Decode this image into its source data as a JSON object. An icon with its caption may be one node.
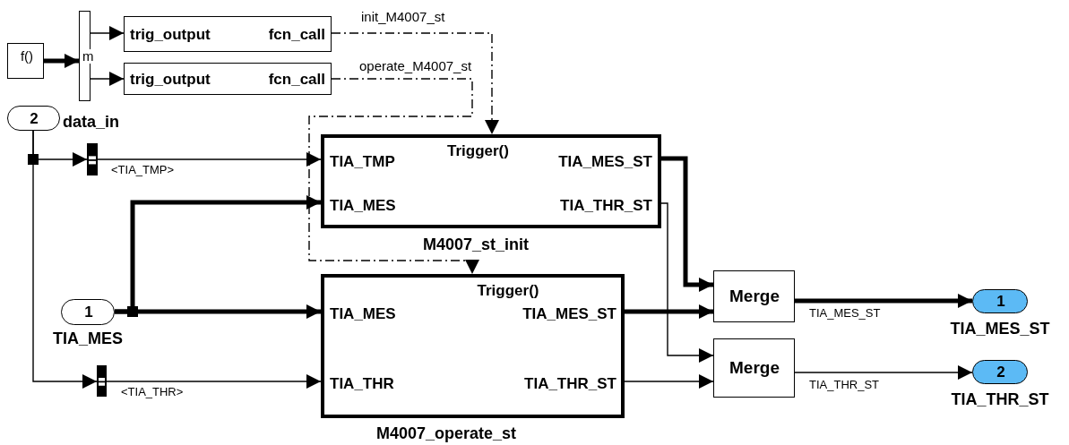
{
  "diagram": {
    "nodes": [
      {
        "text": [
          "f()"
        ]
      },
      {
        "text": [
          "m"
        ]
      },
      {
        "text": [
          "trig_output",
          "fcn_call"
        ]
      },
      {
        "text": [
          "trig_output",
          "fcn_call"
        ]
      },
      {
        "text": [
          "2"
        ],
        "beside": [
          "data_in"
        ]
      },
      {
        "text": [],
        "shape": "bar"
      },
      {
        "text": [],
        "shape": "bar"
      },
      {
        "text": [
          "1"
        ],
        "beside": [
          "TIA_MES"
        ]
      },
      {
        "text": [
          "Trigger()",
          "TIA_TMP",
          "TIA_MES_ST",
          "TIA_MES",
          "TIA_THR_ST"
        ],
        "beside": [
          "M4007_st_init"
        ]
      },
      {
        "text": [
          "Trigger()",
          "TIA_MES",
          "TIA_MES_ST",
          "TIA_THR",
          "TIA_THR_ST"
        ],
        "beside": [
          "M4007_operate_st"
        ]
      },
      {
        "text": [
          "Merge"
        ]
      },
      {
        "text": [
          "Merge"
        ]
      },
      {
        "text": [
          "1"
        ],
        "beside": [
          "TIA_MES_ST"
        ]
      },
      {
        "text": [
          "2"
        ],
        "beside": [
          "TIA_THR_ST"
        ]
      }
    ],
    "edges": [
      {
        "from": 0,
        "to": 1,
        "arrow": "to",
        "style": "thick"
      },
      {
        "from": 1,
        "to": 2,
        "arrow": "to"
      },
      {
        "from": 1,
        "to": 3,
        "arrow": "to"
      },
      {
        "from": 2,
        "to": 8,
        "arrow": "to",
        "style": "dashed",
        "label": "init_M4007_st"
      },
      {
        "from": 3,
        "to": 9,
        "arrow": "to",
        "style": "dashed",
        "label": "operate_M4007_st"
      },
      {
        "from": 4,
        "to": 5,
        "arrow": "to"
      },
      {
        "from": 4,
        "to": 6,
        "arrow": "to"
      },
      {
        "from": 5,
        "to": 8,
        "arrow": "to",
        "label": "<TIA_TMP>"
      },
      {
        "from": 6,
        "to": 9,
        "arrow": "to",
        "label": "<TIA_THR>"
      },
      {
        "from": 7,
        "to": 8,
        "arrow": "to",
        "style": "thick"
      },
      {
        "from": 7,
        "to": 9,
        "arrow": "to",
        "style": "thick"
      },
      {
        "from": 8,
        "to": 10,
        "arrow": "to",
        "style": "thick"
      },
      {
        "from": 8,
        "to": 11,
        "arrow": "to"
      },
      {
        "from": 9,
        "to": 10,
        "arrow": "to",
        "style": "thick"
      },
      {
        "from": 9,
        "to": 11,
        "arrow": "to"
      },
      {
        "from": 10,
        "to": 12,
        "arrow": "to",
        "style": "thick",
        "label": "TIA_MES_ST"
      },
      {
        "from": 11,
        "to": 13,
        "arrow": "to",
        "label": "TIA_THR_ST"
      }
    ]
  }
}
